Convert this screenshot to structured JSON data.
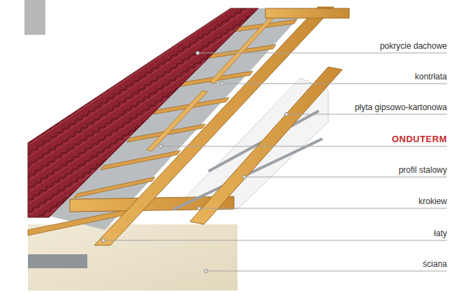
{
  "diagram": {
    "labels": [
      "pokrycie dachowe",
      "kontrłata",
      "płyta gipsowo-kartonowa",
      "ONDUTERM",
      "profil stalowy",
      "krokiew",
      "łaty",
      "ściana"
    ]
  }
}
